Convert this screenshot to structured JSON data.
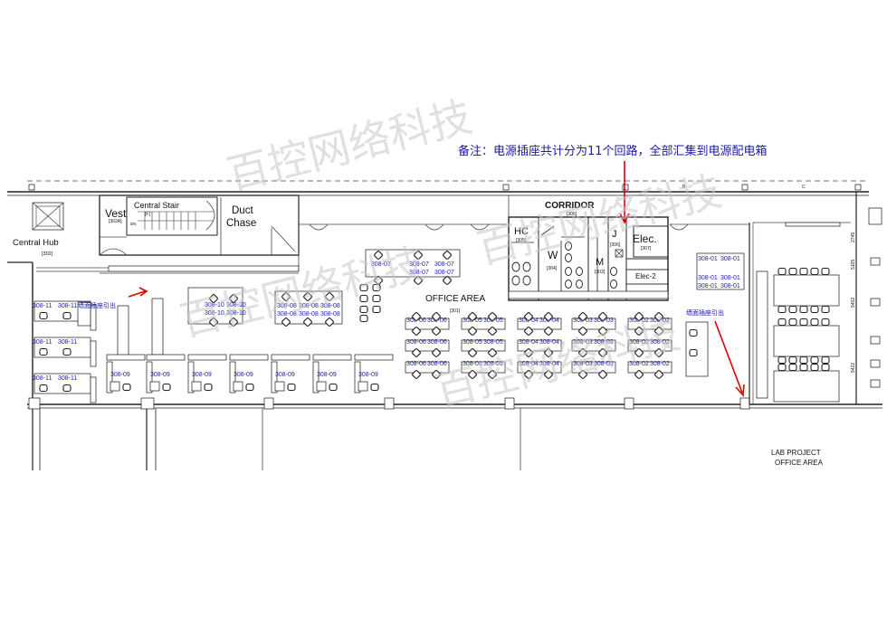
{
  "note": "备注：电源插座共计分为11个回路，全部汇集到电源配电箱",
  "watermark": "百控网络科技",
  "rooms": {
    "corridor": "CORRIDOR",
    "corridor_num": "[306]",
    "central_hub": "Central Hub",
    "central_hub_num": "[302]",
    "vest": "Vest",
    "vest_num": "[302A]",
    "central_stair": "Central Stair",
    "stair_num": "[F]",
    "dn": "DN",
    "duct": "Duct",
    "chase": "Chase",
    "hc": "HC",
    "hc_num": "[305]",
    "w": "W",
    "w_num": "[304]",
    "m": "M",
    "m_num": "[303]",
    "j": "J",
    "j_num": "[306]",
    "elec": "Elec.",
    "elec_num": "[307]",
    "elec2": "Elec-2",
    "office_area": "OFFICE AREA",
    "office_num": "[301]",
    "lab1": "LAB PROJECT",
    "lab2": "OFFICE AREA",
    "wall_outlet_1": "墙面插座引出",
    "wall_outlet_2": "墙面插座引出"
  },
  "desk_labels": {
    "r11": "308-11",
    "r10": "308-10",
    "r09": "308-09",
    "r08": "308-08",
    "r07": "308-07",
    "r06": "308-06",
    "r05": "308-05",
    "r04": "308-04",
    "r03": "308-03",
    "r02": "308-02",
    "r01": "308-01"
  },
  "dims": {
    "d1": "2745",
    "d2": "5165",
    "d3": "5402",
    "d4": "5422"
  },
  "grid": {
    "g1": "B",
    "g2": "C"
  }
}
